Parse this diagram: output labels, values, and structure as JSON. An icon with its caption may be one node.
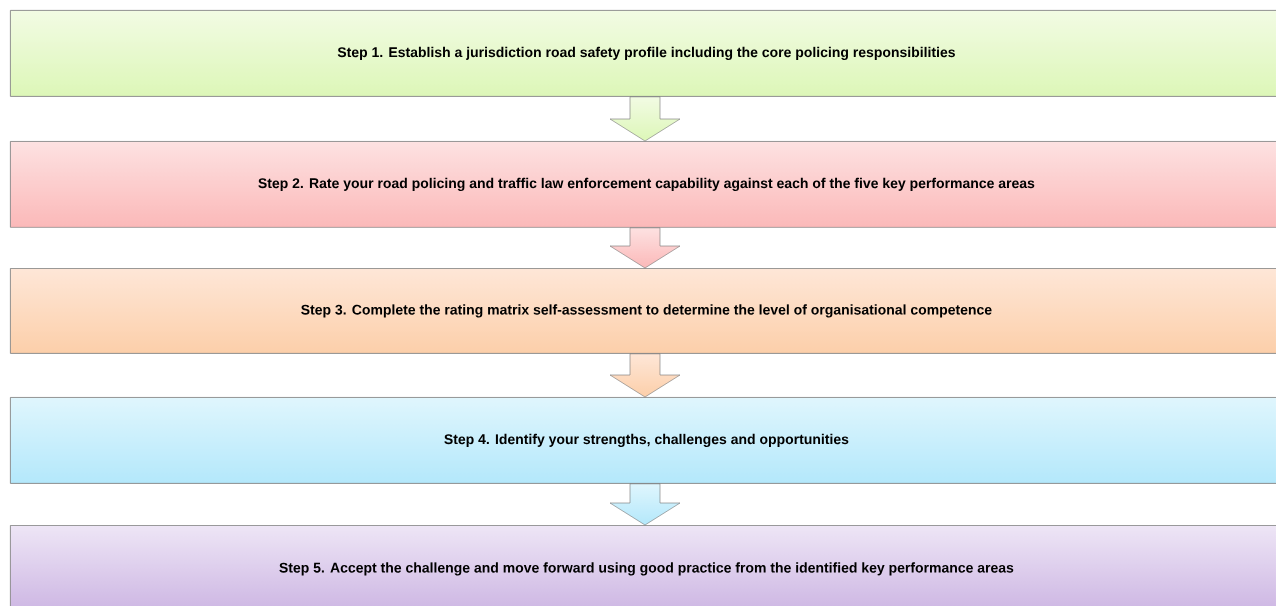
{
  "diagram": {
    "nodes": [
      {
        "text": [
          "Step 1.  Establish a jurisdiction road safety profile including the core  policing responsibilities"
        ]
      },
      {
        "text": [
          "Step 2.  Rate your road policing and traffic law enforcement capability against each of the five key performance areas"
        ]
      },
      {
        "text": [
          "Step 3.  Complete the rating matrix self-assessment to determine the level of organisational competence"
        ]
      },
      {
        "text": [
          "Step 4.  Identify your strengths, challenges and opportunities"
        ]
      },
      {
        "text": [
          "Step 5. Accept the challenge and move forward using good practice from the identified key performance areas"
        ]
      }
    ],
    "edges": [
      {
        "from": 0,
        "to": 1,
        "arrow": "to"
      },
      {
        "from": 1,
        "to": 2,
        "arrow": "to"
      },
      {
        "from": 2,
        "to": 3,
        "arrow": "to"
      },
      {
        "from": 3,
        "to": 4,
        "arrow": "to"
      }
    ]
  }
}
